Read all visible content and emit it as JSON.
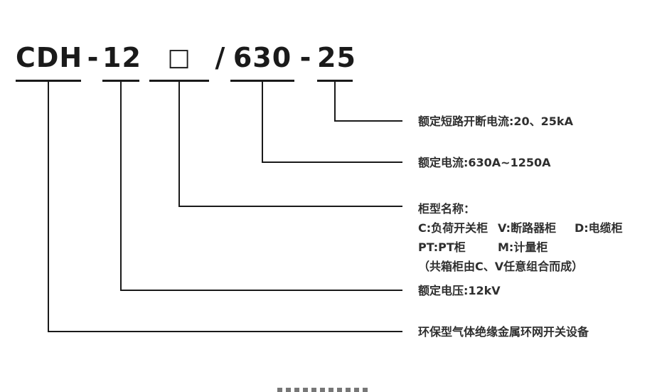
{
  "model_code": {
    "prefix": "CDH",
    "separator1": "-",
    "voltage_code": "12",
    "cabinet_placeholder": "□",
    "separator2": "/",
    "current_code": "630",
    "separator3": "-",
    "breaking_code": "25"
  },
  "annotations": {
    "breaking_current": "额定短路开断电流:20、25kA",
    "rated_current": "额定电流:630A~1250A",
    "cabinet": {
      "title": "柜型名称：",
      "row1": [
        "C:负荷开关柜",
        "V:断路器柜",
        "D:电缆柜"
      ],
      "row2": [
        "PT:PT柜",
        "M:计量柜"
      ],
      "note": "（共箱柜由C、V任意组合而成）"
    },
    "rated_voltage": "额定电压:12kV",
    "product_name": "环保型气体绝缘金属环网开关设备"
  },
  "colors": {
    "line": "#1a1a1a",
    "text": "#2f2f2f",
    "background": "#ffffff"
  }
}
